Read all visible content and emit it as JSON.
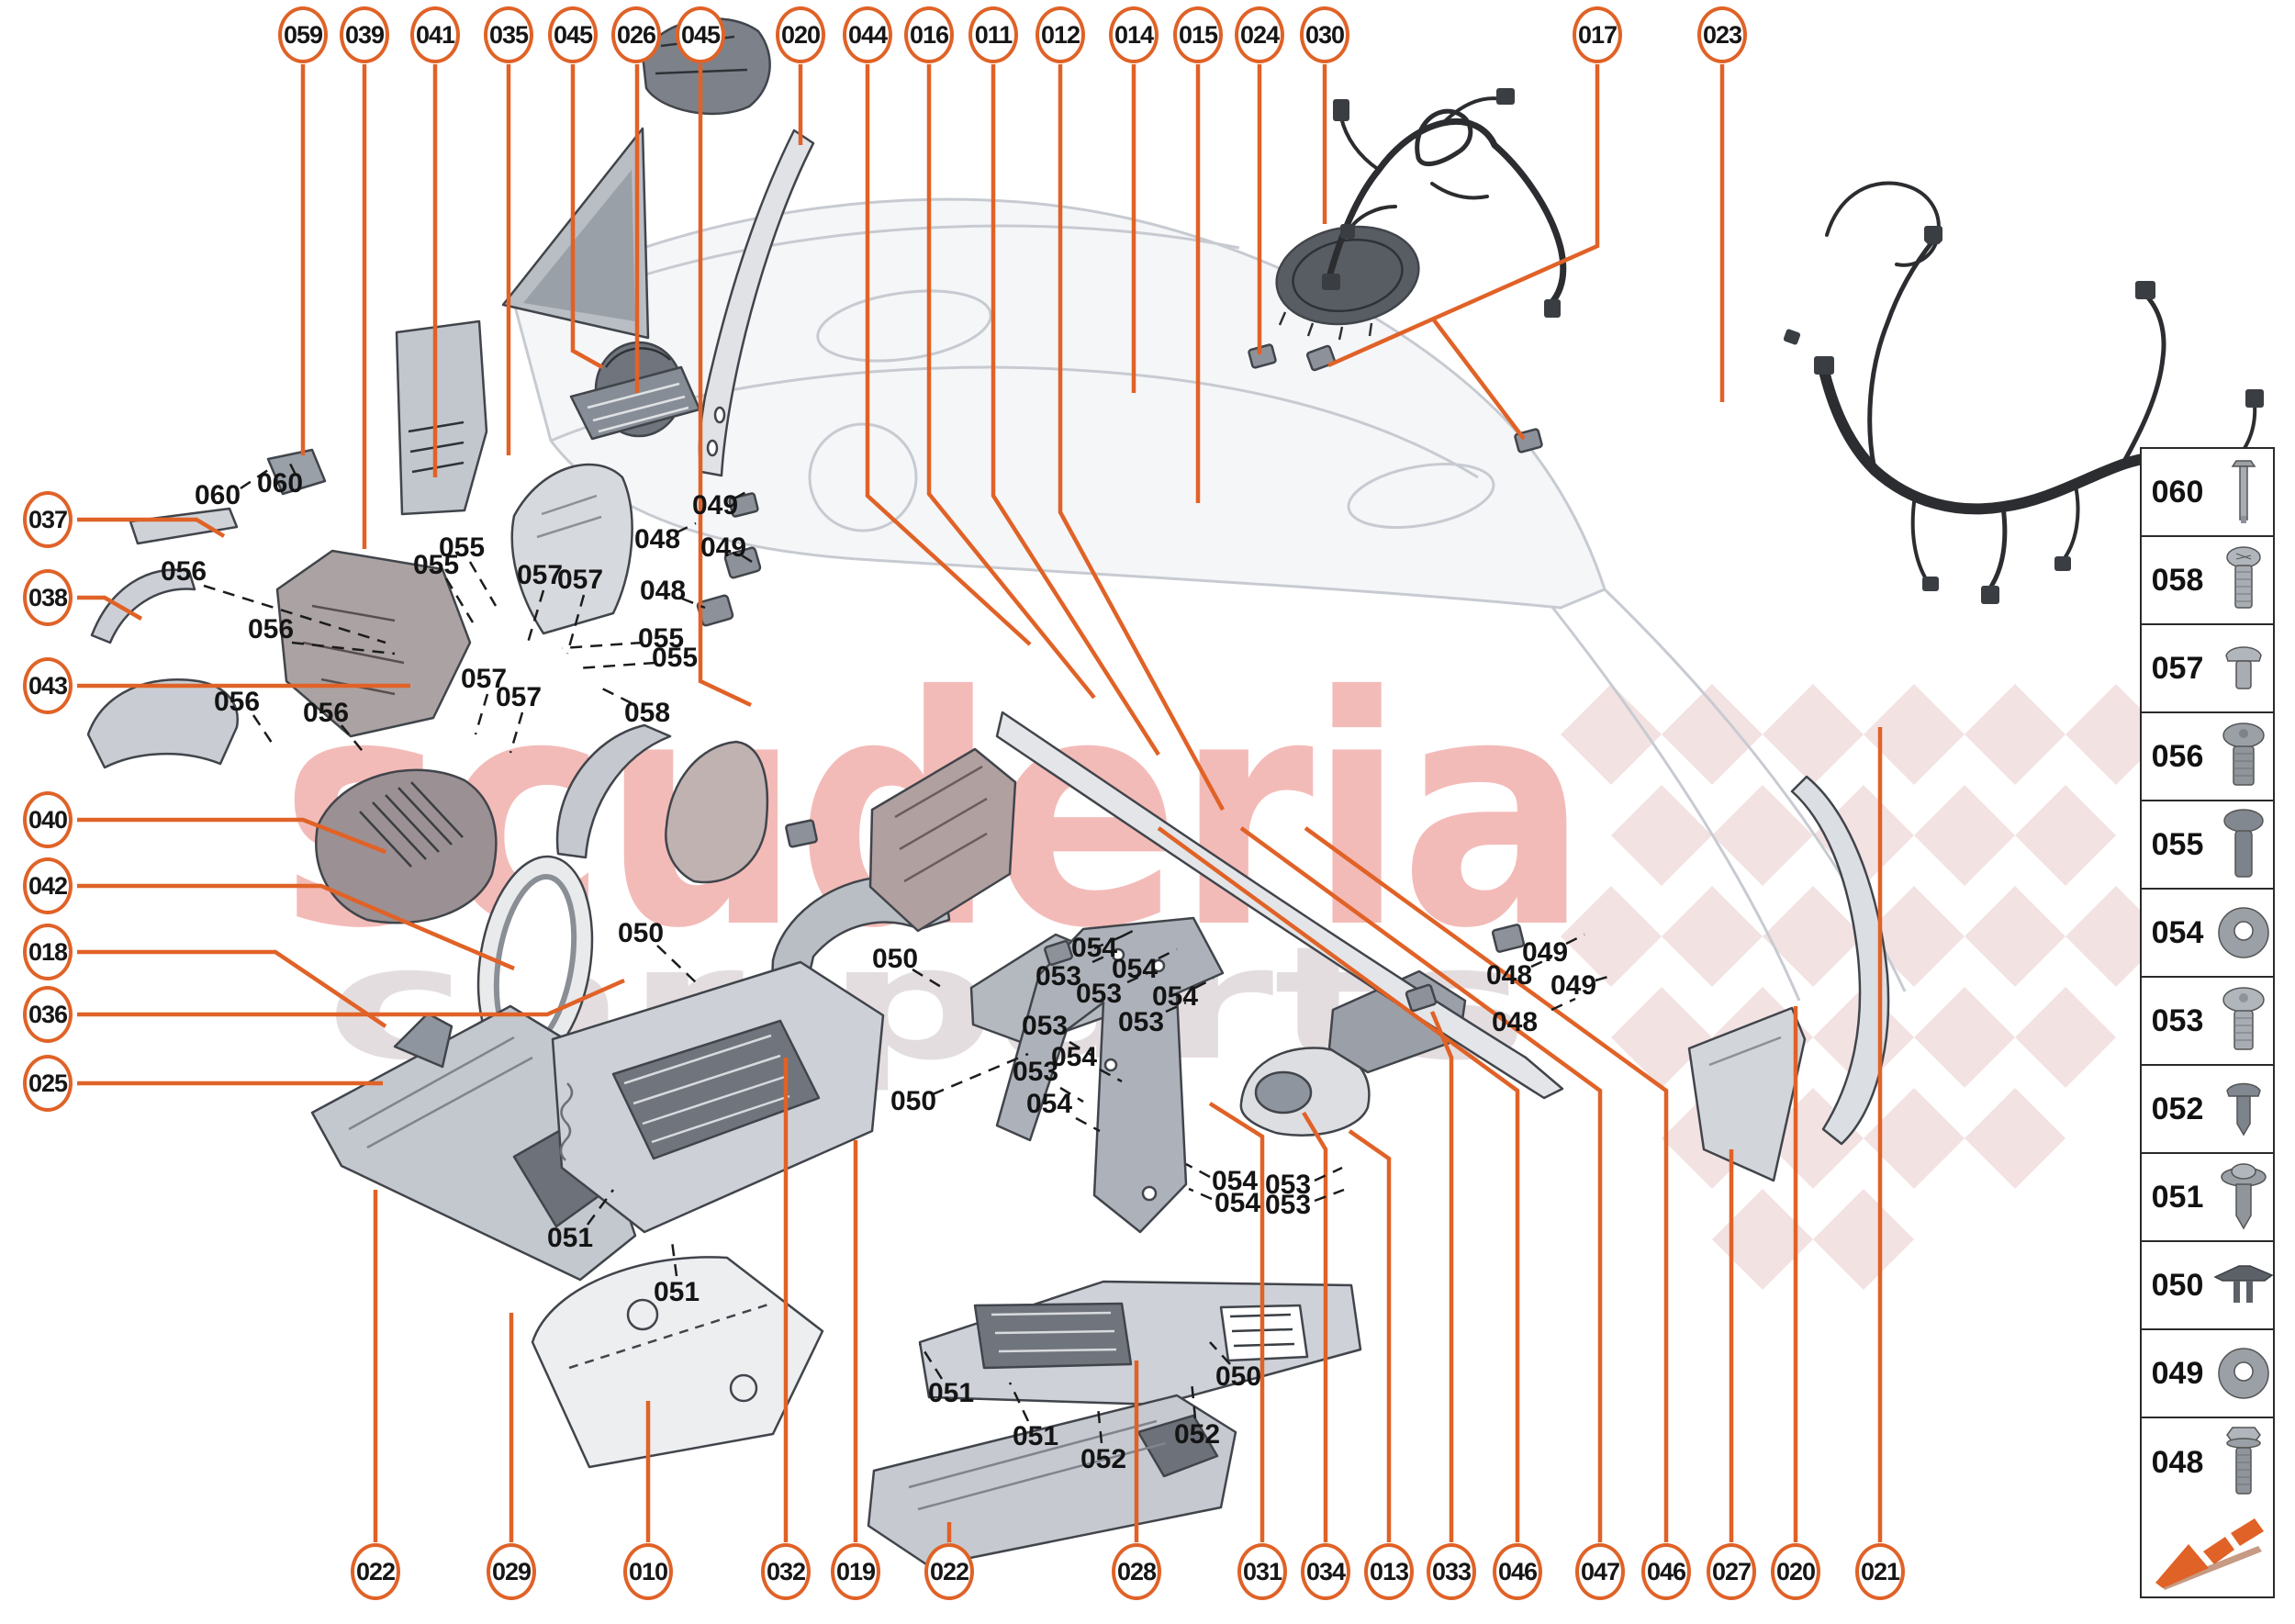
{
  "page": {
    "background": "#ffffff",
    "accent_color": "#e06227"
  },
  "watermark": {
    "brand": "scuderia",
    "tagline": "car parts",
    "brand_color": "#e2564f",
    "tagline_color": "#cfc3c6"
  },
  "callouts": {
    "top": [
      {
        "label": "059"
      },
      {
        "label": "039"
      },
      {
        "label": "041"
      },
      {
        "label": "035"
      },
      {
        "label": "045"
      },
      {
        "label": "026"
      },
      {
        "label": "045"
      },
      {
        "label": "020"
      },
      {
        "label": "044"
      },
      {
        "label": "016"
      },
      {
        "label": "011"
      },
      {
        "label": "012"
      },
      {
        "label": "014"
      },
      {
        "label": "015"
      },
      {
        "label": "024"
      },
      {
        "label": "030"
      },
      {
        "label": "017"
      },
      {
        "label": "023"
      }
    ],
    "left": [
      {
        "label": "037"
      },
      {
        "label": "038"
      },
      {
        "label": "043"
      },
      {
        "label": "040"
      },
      {
        "label": "042"
      },
      {
        "label": "018"
      },
      {
        "label": "036"
      },
      {
        "label": "025"
      }
    ],
    "bottom": [
      {
        "label": "022"
      },
      {
        "label": "029"
      },
      {
        "label": "010"
      },
      {
        "label": "032"
      },
      {
        "label": "019"
      },
      {
        "label": "022"
      },
      {
        "label": "028"
      },
      {
        "label": "031"
      },
      {
        "label": "034"
      },
      {
        "label": "013"
      },
      {
        "label": "033"
      },
      {
        "label": "046"
      },
      {
        "label": "047"
      },
      {
        "label": "046"
      },
      {
        "label": "027"
      },
      {
        "label": "020"
      },
      {
        "label": "021"
      }
    ]
  },
  "part_labels": [
    {
      "text": "060"
    },
    {
      "text": "060"
    },
    {
      "text": "056"
    },
    {
      "text": "056"
    },
    {
      "text": "056"
    },
    {
      "text": "056"
    },
    {
      "text": "055"
    },
    {
      "text": "055"
    },
    {
      "text": "055"
    },
    {
      "text": "055"
    },
    {
      "text": "057"
    },
    {
      "text": "057"
    },
    {
      "text": "057"
    },
    {
      "text": "057"
    },
    {
      "text": "058"
    },
    {
      "text": "048"
    },
    {
      "text": "048"
    },
    {
      "text": "048"
    },
    {
      "text": "048"
    },
    {
      "text": "049"
    },
    {
      "text": "049"
    },
    {
      "text": "049"
    },
    {
      "text": "049"
    },
    {
      "text": "050"
    },
    {
      "text": "050"
    },
    {
      "text": "050"
    },
    {
      "text": "050"
    },
    {
      "text": "051"
    },
    {
      "text": "051"
    },
    {
      "text": "051"
    },
    {
      "text": "051"
    },
    {
      "text": "052"
    },
    {
      "text": "052"
    },
    {
      "text": "053"
    },
    {
      "text": "053"
    },
    {
      "text": "053"
    },
    {
      "text": "053"
    },
    {
      "text": "053"
    },
    {
      "text": "053"
    },
    {
      "text": "053"
    },
    {
      "text": "054"
    },
    {
      "text": "054"
    },
    {
      "text": "054"
    },
    {
      "text": "054"
    },
    {
      "text": "054"
    },
    {
      "text": "054"
    },
    {
      "text": "054"
    }
  ],
  "sidebar": {
    "rows": [
      {
        "number": "060",
        "icon": "flange-bolt-long-icon"
      },
      {
        "number": "058",
        "icon": "pan-head-screw-icon"
      },
      {
        "number": "057",
        "icon": "dome-rivet-icon"
      },
      {
        "number": "056",
        "icon": "torx-pan-screw-icon"
      },
      {
        "number": "055",
        "icon": "pan-head-screw-long-icon"
      },
      {
        "number": "054",
        "icon": "washer-icon"
      },
      {
        "number": "053",
        "icon": "torx-pan-screw-icon"
      },
      {
        "number": "052",
        "icon": "push-rivet-icon"
      },
      {
        "number": "051",
        "icon": "self-tapping-screw-icon"
      },
      {
        "number": "050",
        "icon": "push-clip-icon"
      },
      {
        "number": "049",
        "icon": "washer-icon"
      },
      {
        "number": "048",
        "icon": "hex-flange-bolt-icon"
      }
    ]
  },
  "logo": {
    "name": "scuderia-carparts-arrow-logo"
  }
}
